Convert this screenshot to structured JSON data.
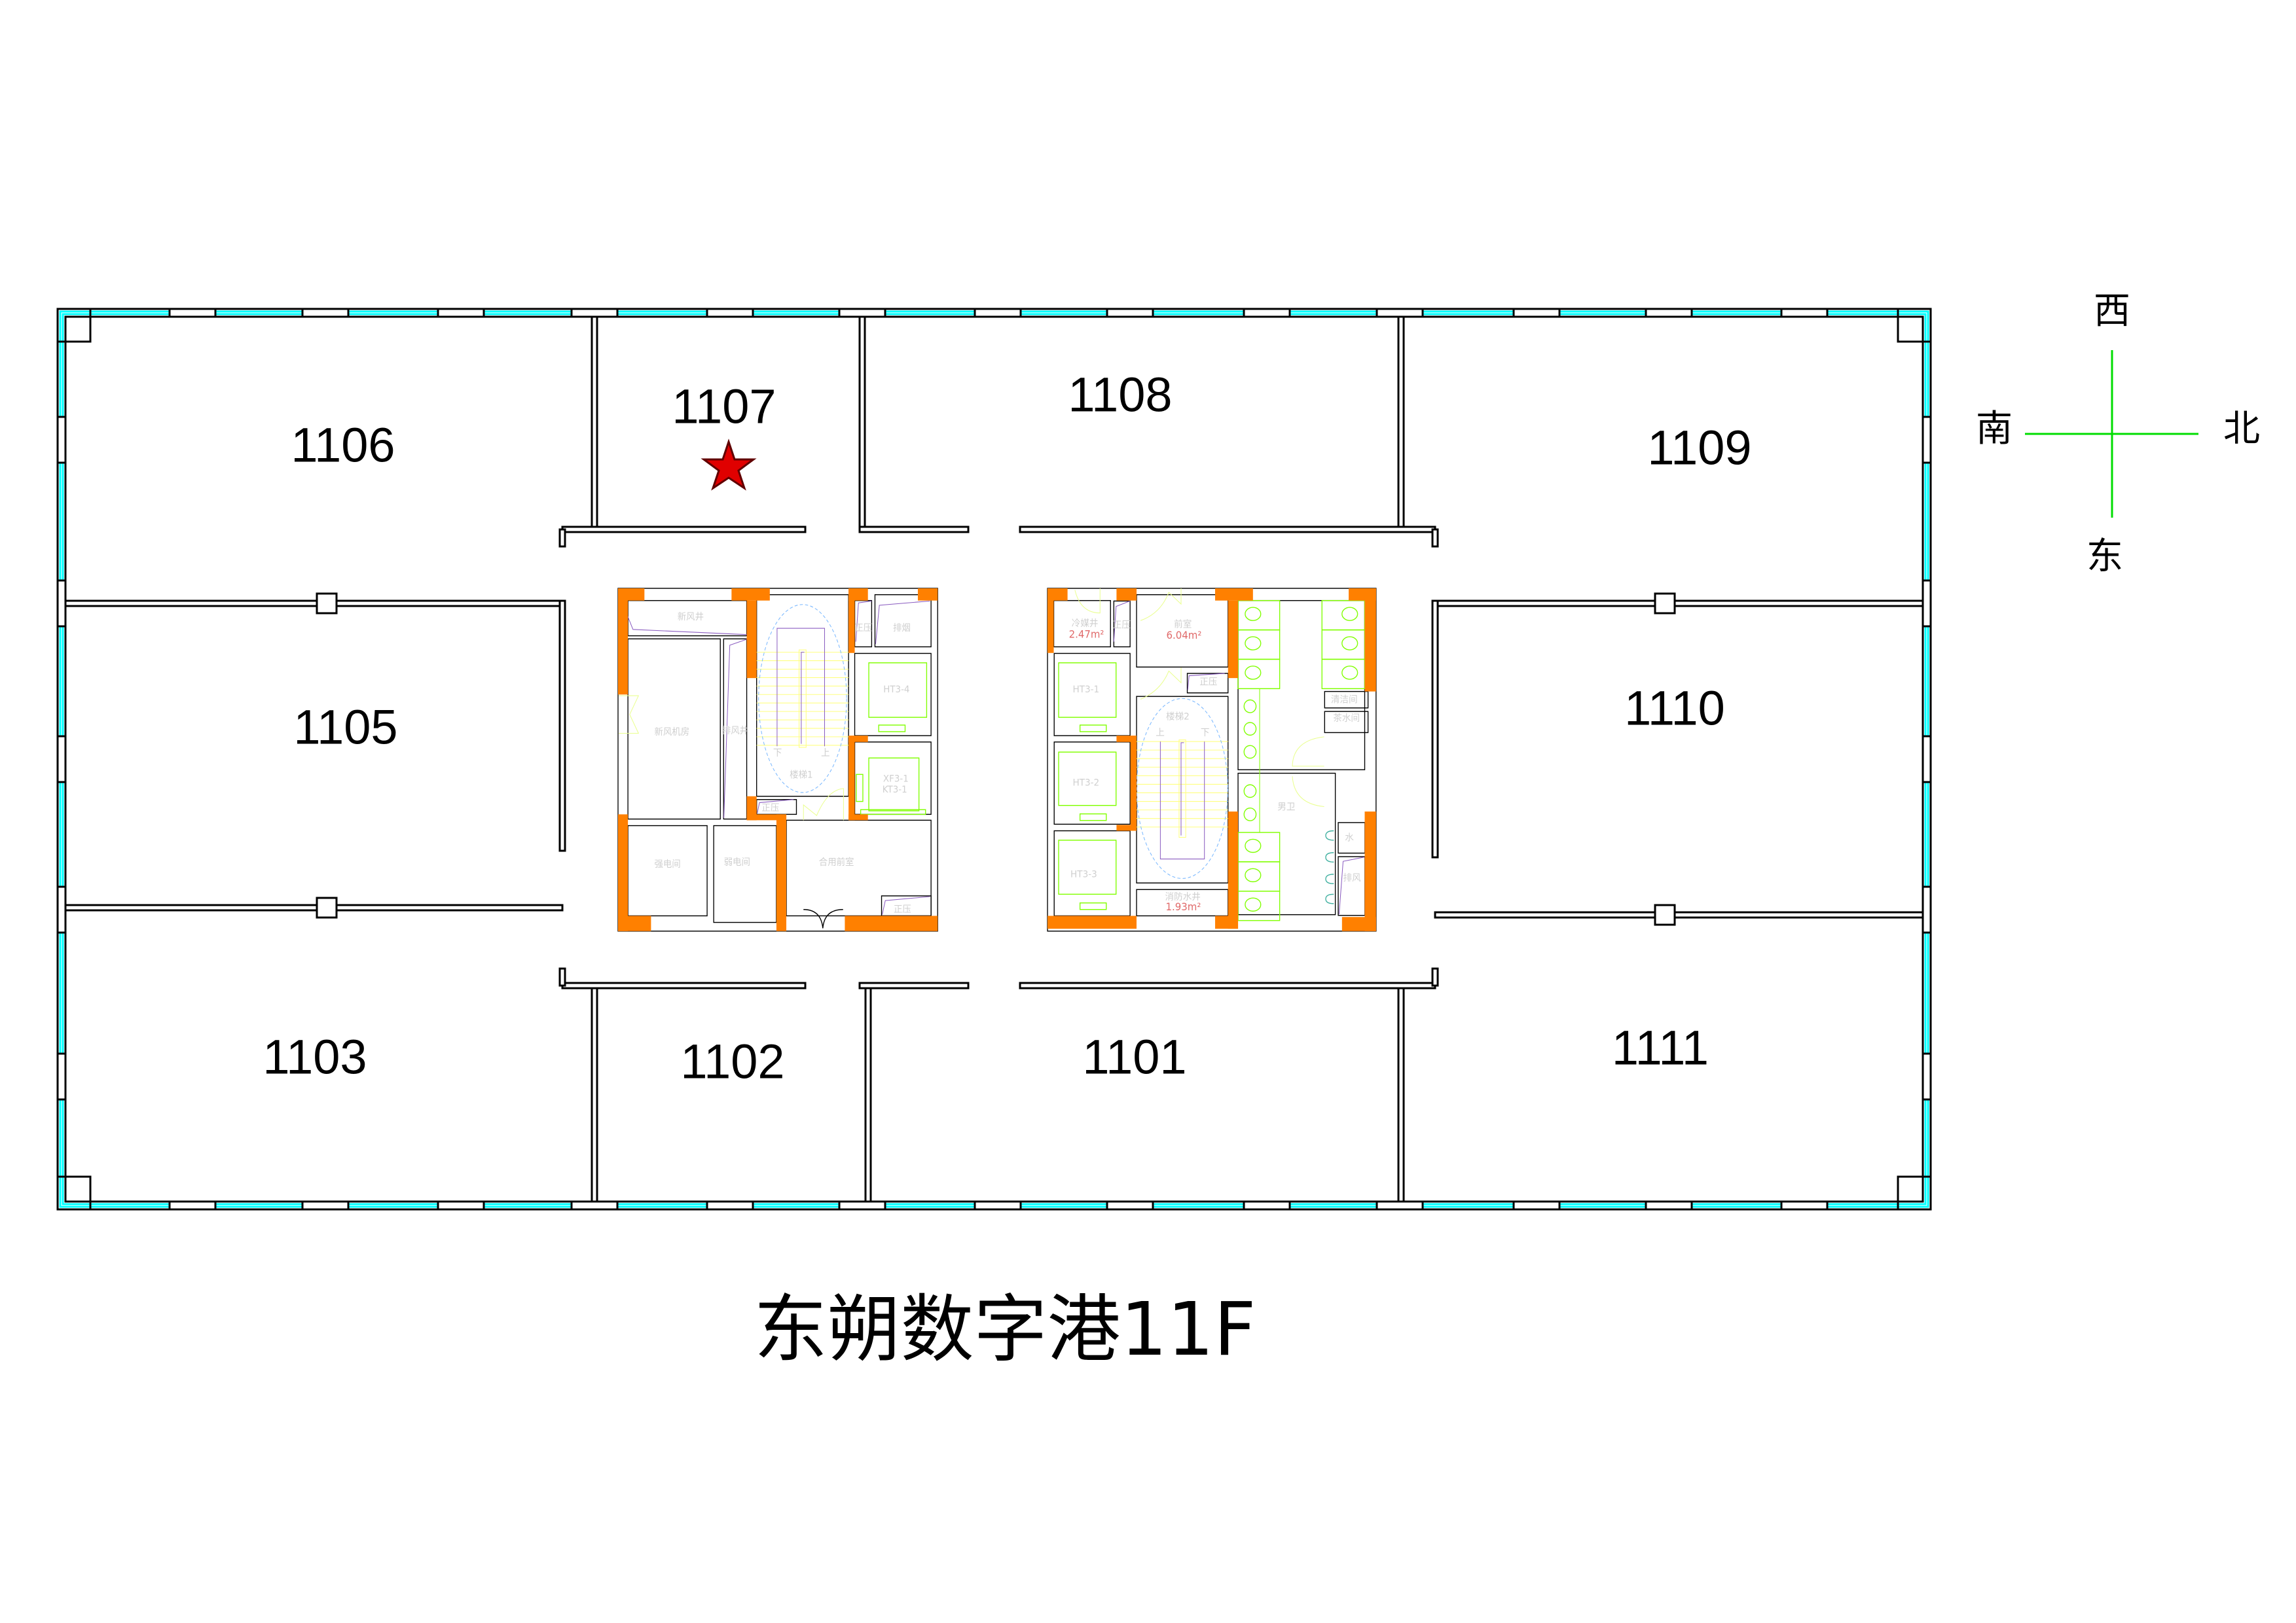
{
  "title": "东朔数字港11F",
  "rooms": {
    "r1101": "1101",
    "r1102": "1102",
    "r1103": "1103",
    "r1105": "1105",
    "r1106": "1106",
    "r1107": "1107",
    "r1108": "1108",
    "r1109": "1109",
    "r1110": "1110",
    "r1111": "1111"
  },
  "marker": {
    "room": "1107",
    "icon": "star-icon",
    "color": "#e00000"
  },
  "compass": {
    "top": "西",
    "left": "南",
    "right": "北",
    "bottom": "东"
  },
  "core_left": {
    "fresh_air_shaft": "新风井",
    "fresh_air_room": "新风机房",
    "exhaust_shaft": "排风井",
    "stair": "楼梯1",
    "down": "下",
    "up": "上",
    "pressure_1": "正压",
    "pressure_2": "正压",
    "pressure_3": "正压",
    "smoke_exhaust": "排烟",
    "elevator_1": "HT3-4",
    "elevator_2a": "XF3-1",
    "elevator_2b": "KT3-1",
    "strong_electric": "强电间",
    "weak_electric": "弱电间",
    "shared_lobby": "合用前室"
  },
  "core_right": {
    "refrigerant_shaft": "冷媒井",
    "refrigerant_area": "2.47m²",
    "pressure_1": "正压",
    "pressure_2": "正压",
    "lobby": "前室",
    "lobby_area": "6.04m²",
    "elevator_1": "HT3-1",
    "elevator_2": "HT3-2",
    "elevator_3": "HT3-3",
    "stair": "楼梯2",
    "up": "上",
    "down": "下",
    "fire_water_shaft": "消防水井",
    "fire_water_area": "1.93m²",
    "cleaning_room": "清洁间",
    "tea_room": "茶水间",
    "male_toilet": "男卫",
    "water": "水",
    "exhaust": "排风"
  },
  "colors": {
    "wall": "#ff8000",
    "glass": "#00ffff",
    "fixture": "#80ff00",
    "compass": "#00dd00"
  }
}
